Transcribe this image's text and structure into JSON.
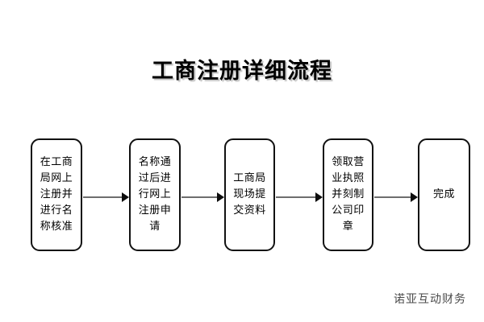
{
  "diagram": {
    "title": "工商注册详细流程",
    "background_color": "#ffffff",
    "box_border_color": "#111111",
    "arrow_line_color": "#6e6e6e",
    "arrow_head_color": "#0d0d0d",
    "title_color": "#000000",
    "watermark": "诺亚互动财务",
    "watermark_color": "#4a4a4a",
    "type": "flowchart",
    "orientation": "left-to-right",
    "steps": [
      {
        "id": "step-1",
        "label": "在工商\n局网上\n注册并\n进行名\n称核准",
        "text": "在工商局网上注册并进行名称核准"
      },
      {
        "id": "step-2",
        "label": "名称通\n过后进\n行网上\n注册申\n请",
        "text": "名称通过后进行网上注册申请"
      },
      {
        "id": "step-3",
        "label": "工商局\n现场提\n交资料",
        "text": "工商局现场提交资料"
      },
      {
        "id": "step-4",
        "label": "领取营\n业执照\n并刻制\n公司印\n章",
        "text": "领取营业执照并刻制公司印章"
      },
      {
        "id": "step-5",
        "label": "完成",
        "text": "完成"
      }
    ],
    "connectors": [
      {
        "id": "connector-1",
        "from": "step-1",
        "to": "step-2"
      },
      {
        "id": "connector-2",
        "from": "step-2",
        "to": "step-3"
      },
      {
        "id": "connector-3",
        "from": "step-3",
        "to": "step-4"
      },
      {
        "id": "connector-4",
        "from": "step-4",
        "to": "step-5"
      }
    ]
  }
}
